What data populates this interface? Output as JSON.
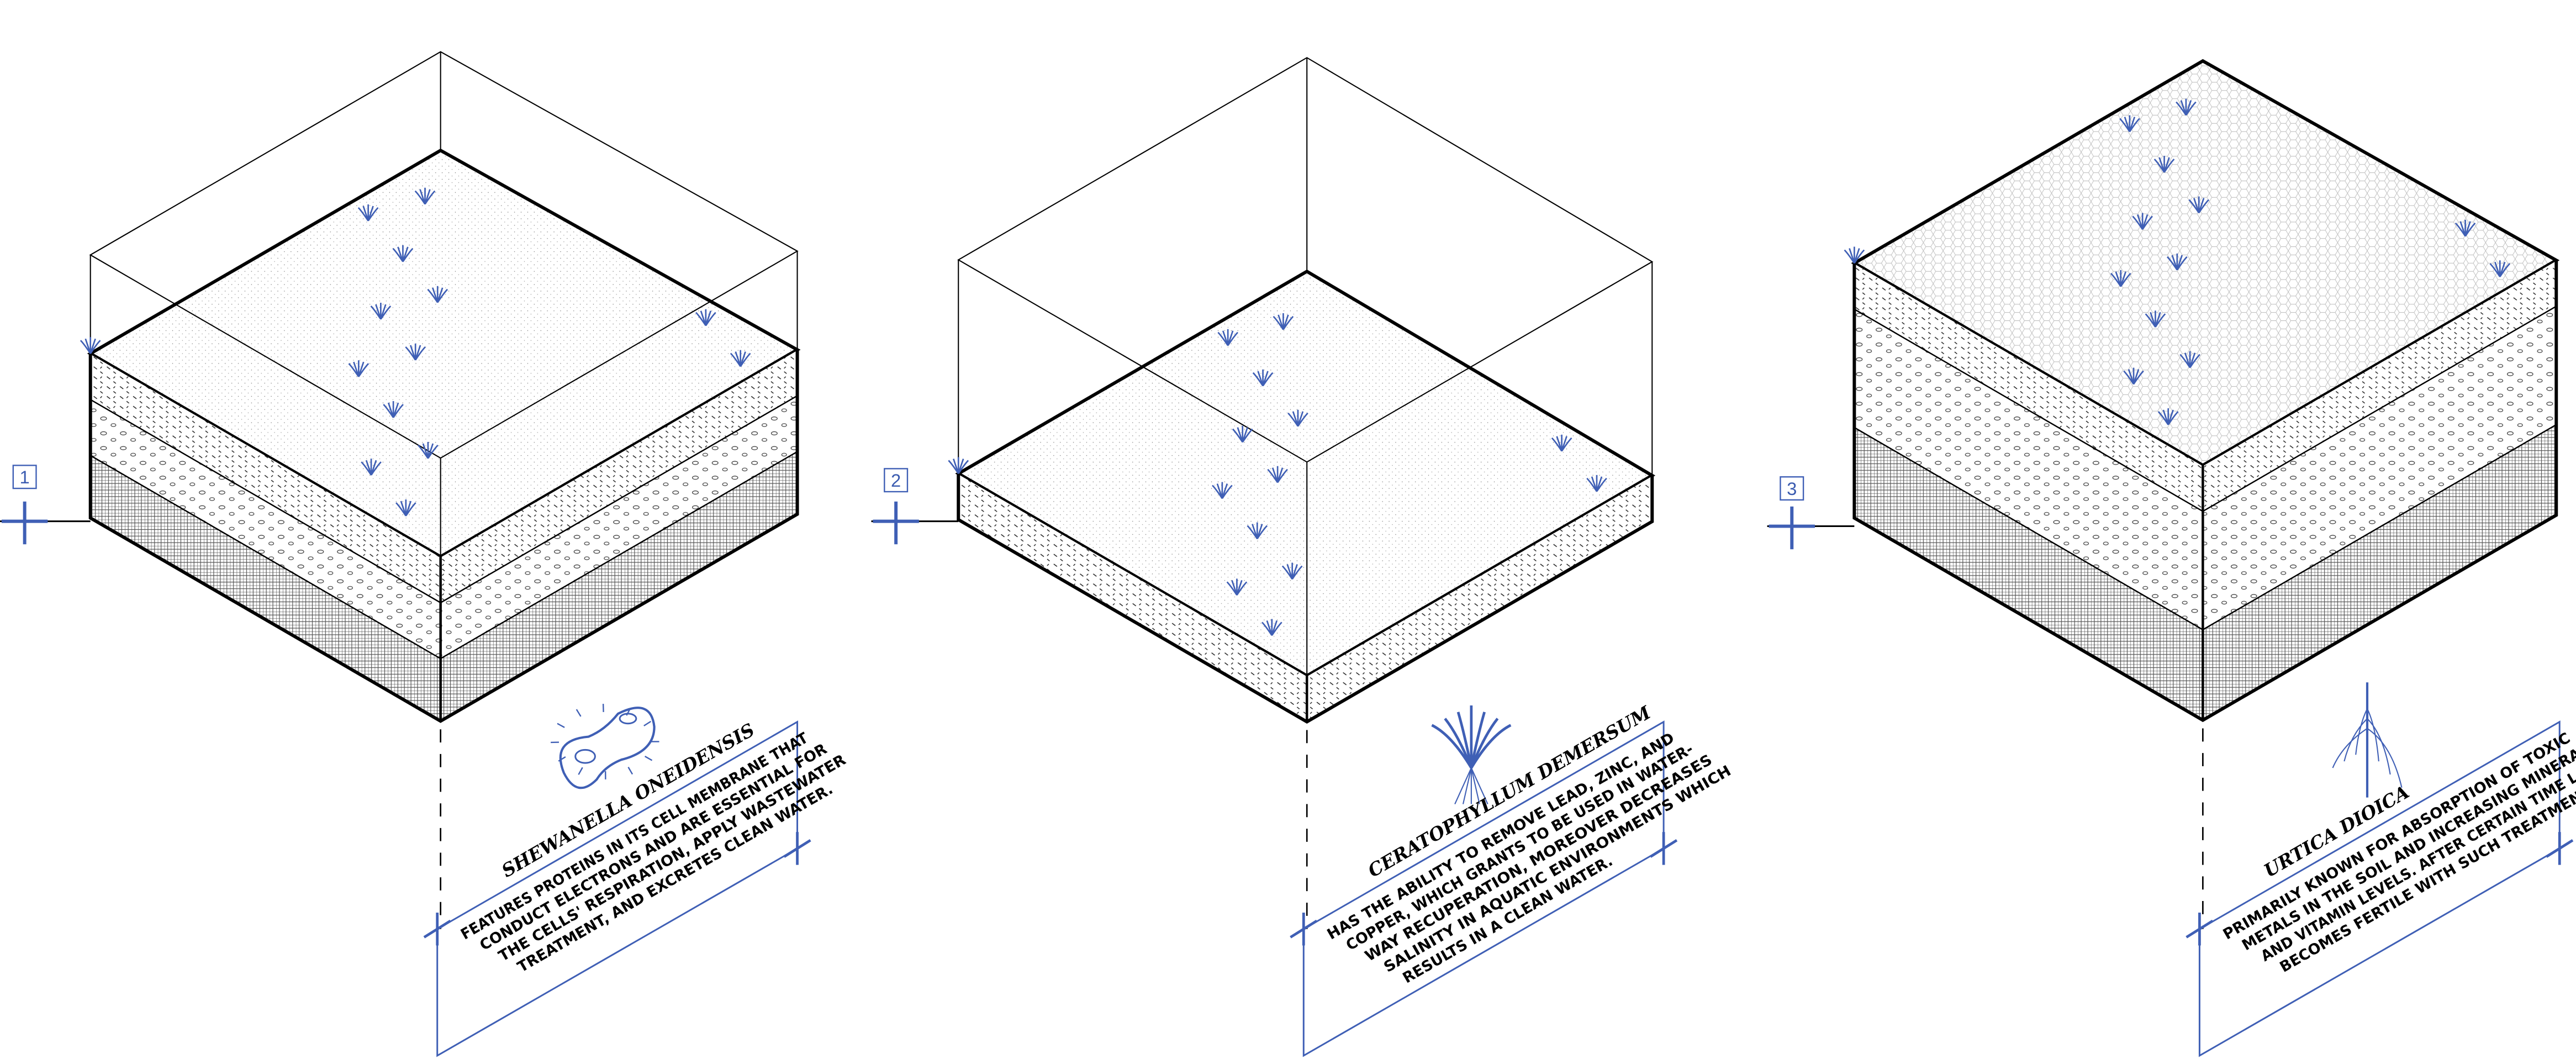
{
  "colors": {
    "accent": "#3f5fb5",
    "ink": "#000000",
    "background": "#ffffff"
  },
  "panels": [
    {
      "number": "1",
      "title": "SHEWANELLA ONEIDENSIS",
      "illustration": "bacterium-icon",
      "lines": [
        "FEATURES PROTEINS IN ITS CELL MEMBRANE THAT",
        "CONDUCT ELECTRONS AND ARE ESSENTIAL FOR",
        "THE CELLS' RESPIRATION, APPLY WASTEWATER",
        "TREATMENT, AND EXCRETES CLEAN WATER."
      ]
    },
    {
      "number": "2",
      "title": "CERATOPHYLLUM DEMERSUM",
      "illustration": "aquatic-plant-icon",
      "lines": [
        "HAS THE ABILITY TO REMOVE LEAD, ZINC, AND",
        "COPPER, WHICH GRANTS TO BE USED IN WATER-",
        "WAY RECUPERATION, MOREOVER DECREASES",
        "SALINITY IN AQUATIC ENVIRONMENTS WHICH",
        "RESULTS IN A CLEAN WATER."
      ]
    },
    {
      "number": "3",
      "title": "URTICA DIOICA",
      "illustration": "nettle-roots-icon",
      "lines": [
        "PRIMARILY KNOWN FOR ABSORPTION OF TOXIC",
        "METALS IN THE SOIL AND INCREASING MINERAL",
        "AND VITAMIN LEVELS. AFTER CERTAIN TIME LAND",
        "BECOMES FERTILE WITH SUCH TREATMENT."
      ]
    }
  ]
}
